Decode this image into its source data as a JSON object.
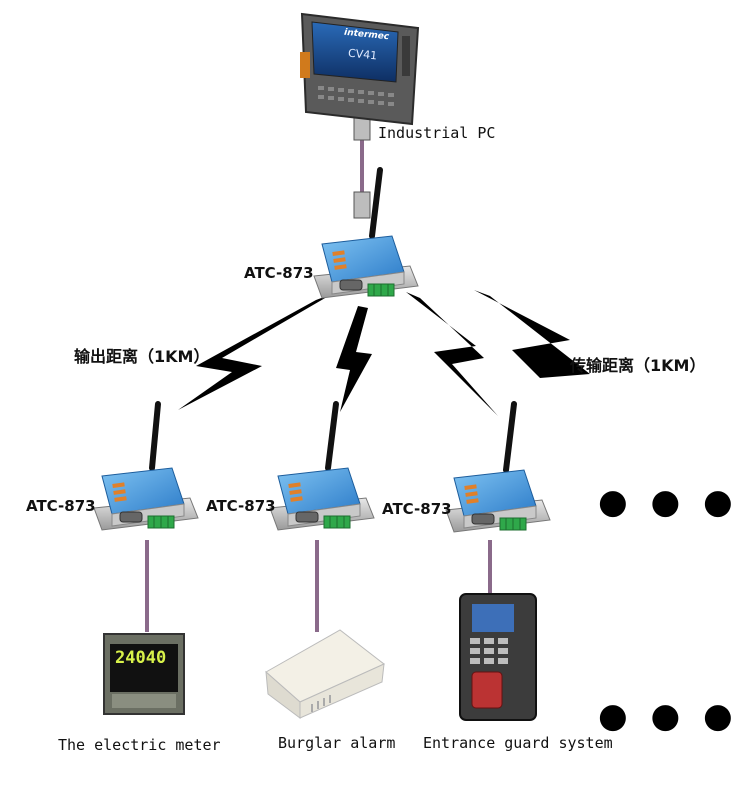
{
  "nodes": {
    "pc": {
      "label": "Industrial PC",
      "brand": "intermec",
      "model": "CV41"
    },
    "master": {
      "label": "ATC-873"
    },
    "slave1": {
      "label": "ATC-873"
    },
    "slave2": {
      "label": "ATC-873"
    },
    "slave3": {
      "label": "ATC-873"
    },
    "meter": {
      "label": "The electric meter",
      "display": "24040"
    },
    "alarm": {
      "label": "Burglar alarm"
    },
    "access": {
      "label": "Entrance guard system"
    }
  },
  "annotations": {
    "left_range": "输出距离（1KM）",
    "right_range": "传输距离（1KM）"
  },
  "more_indicator": "● ● ●",
  "colors": {
    "cable": "#8a6a8a",
    "device_blue": "#3a8ad6",
    "terminal_green": "#2fa84a",
    "bolt": "#000000"
  }
}
